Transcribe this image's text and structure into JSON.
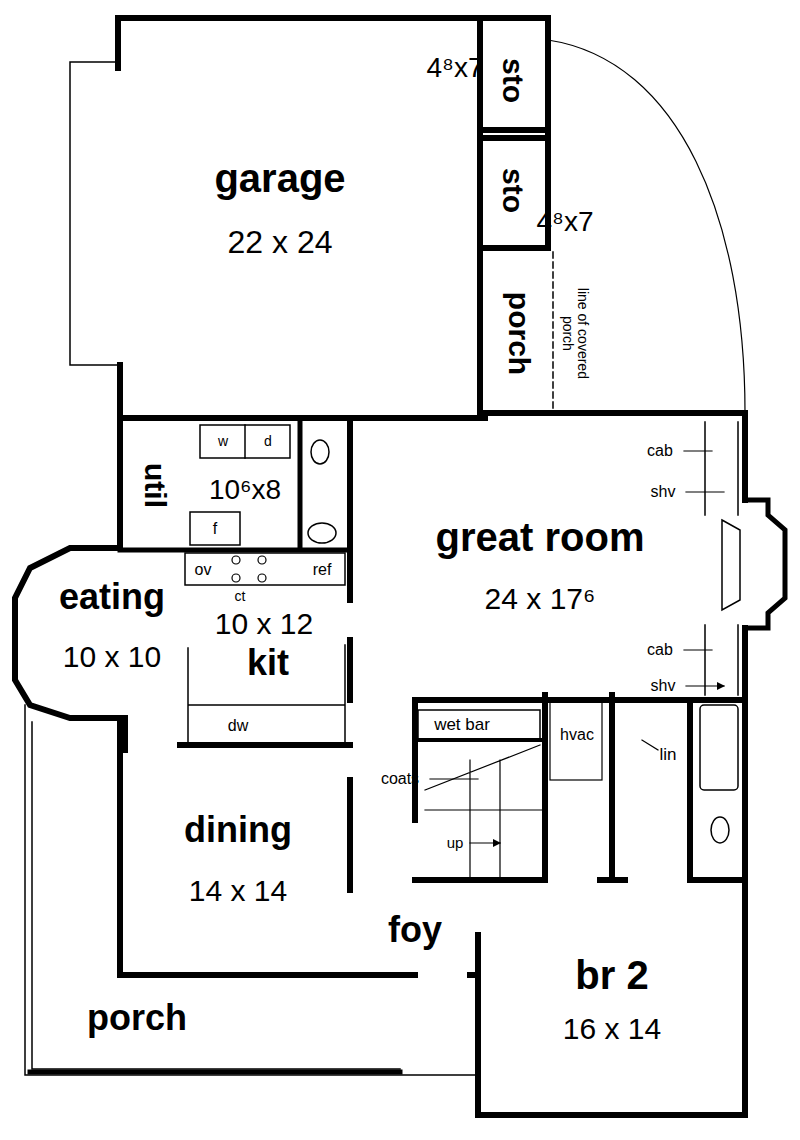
{
  "diagram": {
    "labels": [
      "garage",
      "22 x 24",
      "4⁸x7",
      "sto",
      "sto",
      "4⁸x7",
      "porch",
      "line of covered porch",
      "util",
      "10⁶x8",
      "w",
      "d",
      "great room",
      "24 x 17⁶",
      "cab",
      "shv",
      "f",
      "ov",
      "ref",
      "eating",
      "10 x 10",
      "ct",
      "10 x 12",
      "kit",
      "cab",
      "shv",
      "wet bar",
      "hvac",
      "lin",
      "dw",
      "coats",
      "up",
      "dining",
      "14 x 14",
      "foy",
      "br 2",
      "16 x 14",
      "porch"
    ]
  }
}
